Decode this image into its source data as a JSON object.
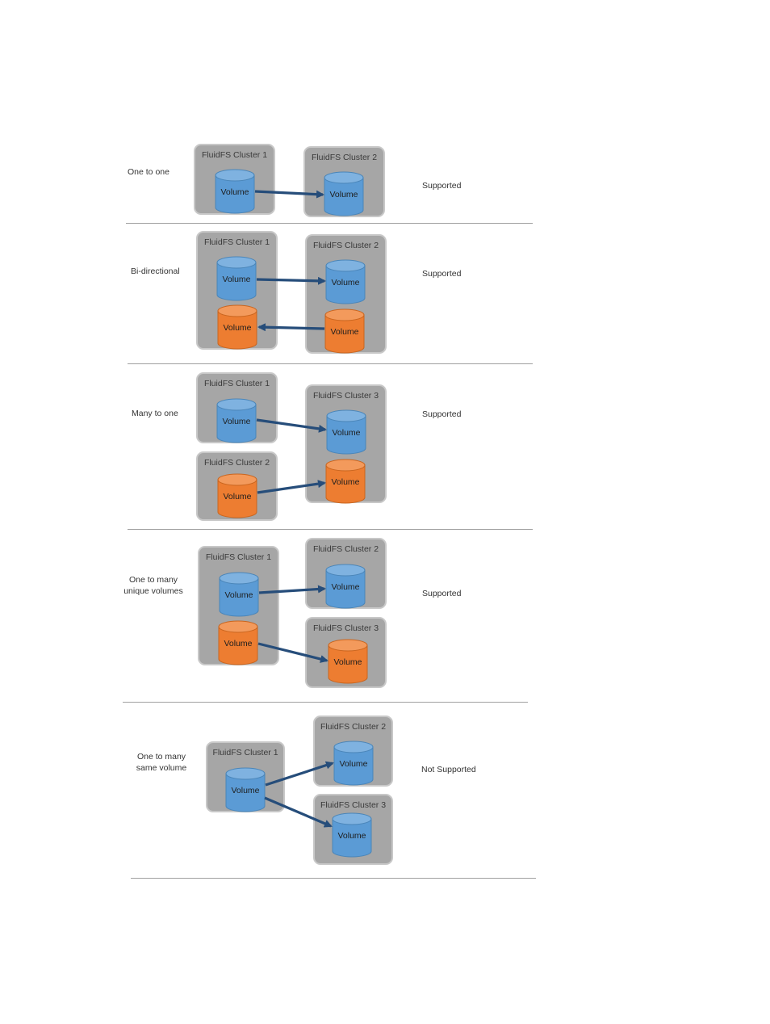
{
  "colors": {
    "blue": "#5b9bd5",
    "orange": "#ed7d31",
    "arrow": "#264d7a",
    "cluster": "#a6a6a6"
  },
  "rows": [
    {
      "label": "One to one",
      "status": "Supported"
    },
    {
      "label": "Bi-directional",
      "status": "Supported"
    },
    {
      "label": "Many to one",
      "status": "Supported"
    },
    {
      "label_line1": "One to many",
      "label_line2": "unique volumes",
      "status": "Supported"
    },
    {
      "label_line1": "One to many",
      "label_line2": "same volume",
      "status": "Not Supported"
    }
  ],
  "clusters": [
    "FluidFS Cluster 1",
    "FluidFS Cluster 2",
    "FluidFS Cluster 1",
    "FluidFS Cluster 2",
    "FluidFS Cluster 1",
    "FluidFS Cluster 2",
    "FluidFS Cluster 3",
    "FluidFS Cluster 1",
    "FluidFS Cluster 2",
    "FluidFS Cluster 3",
    "FluidFS Cluster 1",
    "FluidFS Cluster 2",
    "FluidFS Cluster 3"
  ],
  "volume_label": "Volume"
}
